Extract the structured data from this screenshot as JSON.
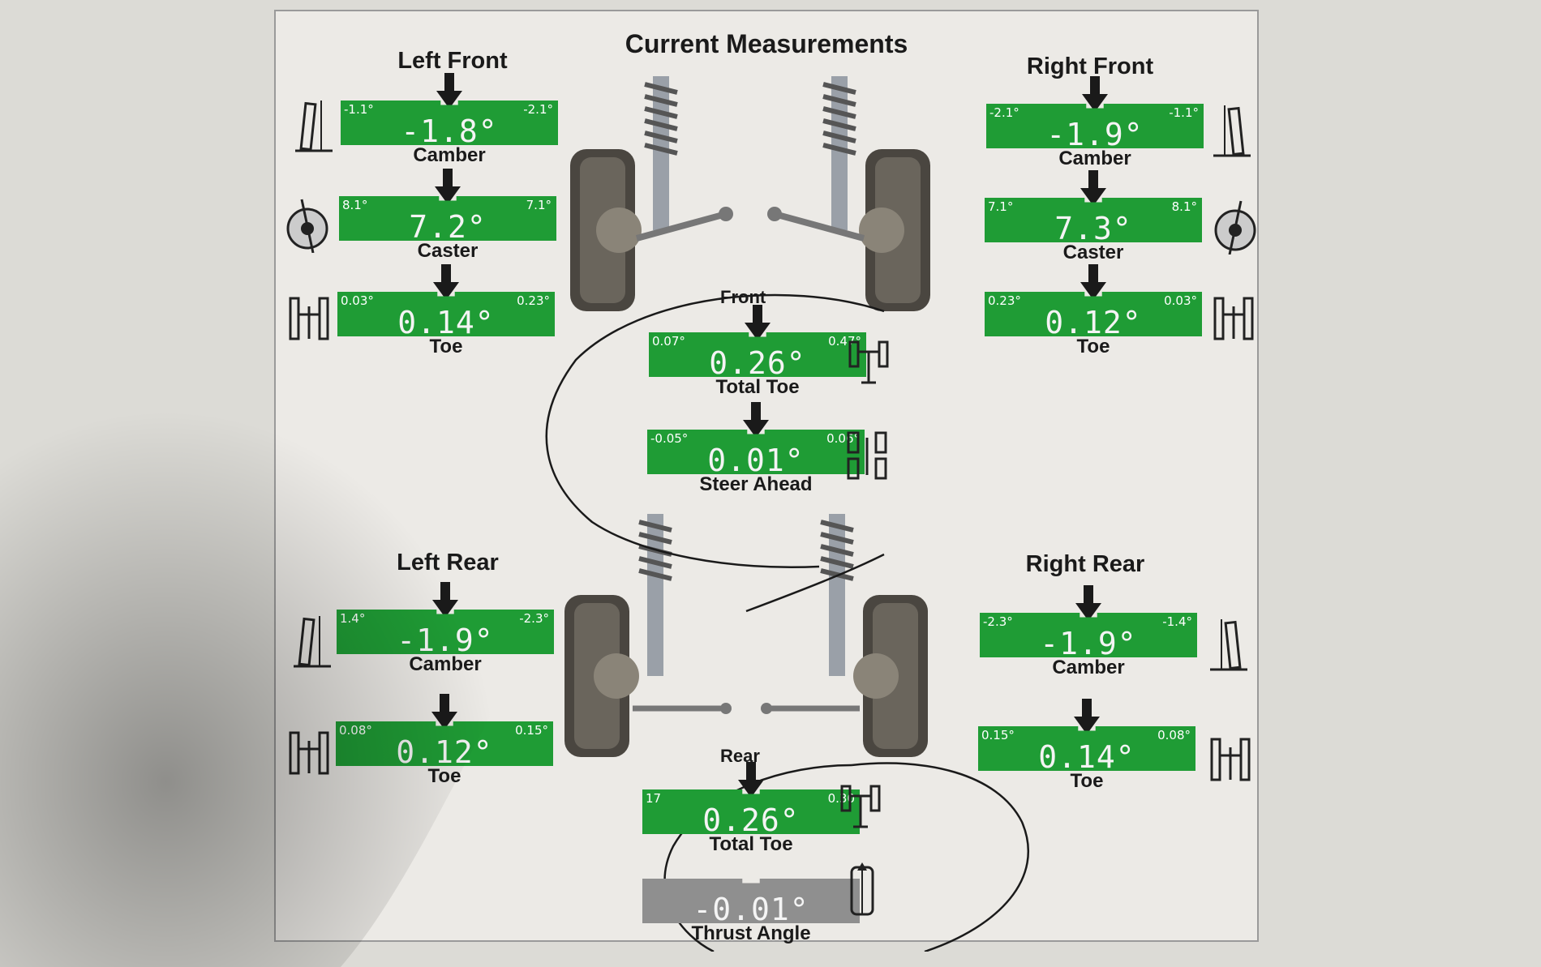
{
  "title": "Current Measurements",
  "left_front": {
    "title": "Left Front",
    "camber": {
      "low": "-1.1°",
      "high": "-2.1°",
      "value": "-1.8°",
      "label": "Camber"
    },
    "caster": {
      "low": "8.1°",
      "high": "7.1°",
      "value": "7.2°",
      "label": "Caster"
    },
    "toe": {
      "low": "0.03°",
      "high": "0.23°",
      "value": "0.14°",
      "label": "Toe"
    }
  },
  "right_front": {
    "title": "Right Front",
    "camber": {
      "low": "-2.1°",
      "high": "-1.1°",
      "value": "-1.9°",
      "label": "Camber"
    },
    "caster": {
      "low": "7.1°",
      "high": "8.1°",
      "value": "7.3°",
      "label": "Caster"
    },
    "toe": {
      "low": "0.23°",
      "high": "0.03°",
      "value": "0.12°",
      "label": "Toe"
    }
  },
  "front": {
    "label": "Front",
    "total_toe": {
      "low": "0.07°",
      "high": "0.47°",
      "value": "0.26°",
      "label": "Total Toe"
    },
    "steer_ahead": {
      "low": "-0.05°",
      "high": "0.06°",
      "value": "0.01°",
      "label": "Steer Ahead"
    }
  },
  "left_rear": {
    "title": "Left Rear",
    "camber": {
      "low": "1.4°",
      "high": "-2.3°",
      "value": "-1.9°",
      "label": "Camber"
    },
    "toe": {
      "low": "0.08°",
      "high": "0.15°",
      "value": "0.12°",
      "label": "Toe"
    }
  },
  "right_rear": {
    "title": "Right Rear",
    "camber": {
      "low": "-2.3°",
      "high": "-1.4°",
      "value": "-1.9°",
      "label": "Camber"
    },
    "toe": {
      "low": "0.15°",
      "high": "0.08°",
      "value": "0.14°",
      "label": "Toe"
    }
  },
  "rear": {
    "label": "Rear",
    "total_toe": {
      "low": "17",
      "high": "0.30",
      "value": "0.26°",
      "label": "Total Toe"
    },
    "thrust_angle": {
      "value": "-0.01°",
      "label": "Thrust Angle"
    }
  },
  "colors": {
    "in_spec": "#1f9c35",
    "neutral": "#8f8f8f",
    "paper": "#eceae6",
    "ink": "#1a1a1a"
  }
}
